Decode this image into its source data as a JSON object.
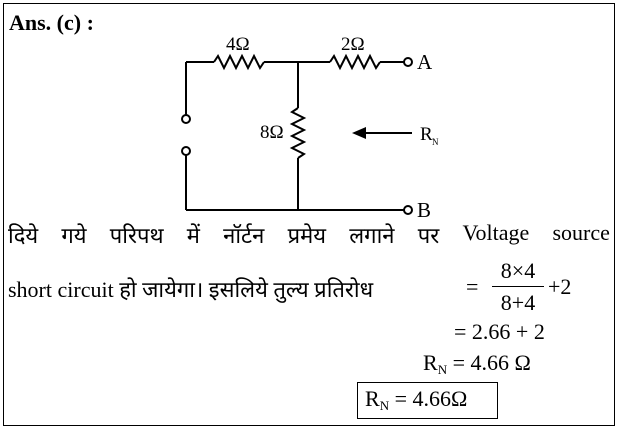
{
  "heading": "Ans. (c) :",
  "circuit": {
    "r1_label": "4Ω",
    "r2_label": "2Ω",
    "r3_label": "8Ω",
    "terminal_a": "A",
    "terminal_b": "B",
    "arrow_label": "R",
    "arrow_label_sub": "N"
  },
  "text": {
    "line1_words": [
      "दिये",
      "गये",
      "परिपथ",
      "में",
      "नॉर्टन",
      "प्रमेय",
      "लगाने",
      "पर",
      "Voltage",
      "source"
    ],
    "line2": "short circuit हो जायेगा। इसलिये तुल्य प्रतिरोध",
    "eq_sign": "=",
    "numerator": "8×4",
    "denominator": "8+4",
    "plus_term": "+2",
    "step2": "= 2.66 + 2",
    "rn_symbol": "R",
    "rn_sub": "N",
    "rn_value": " = 4.66 Ω",
    "boxed_symbol": "R",
    "boxed_sub": "N",
    "boxed_value": " = 4.66Ω"
  }
}
